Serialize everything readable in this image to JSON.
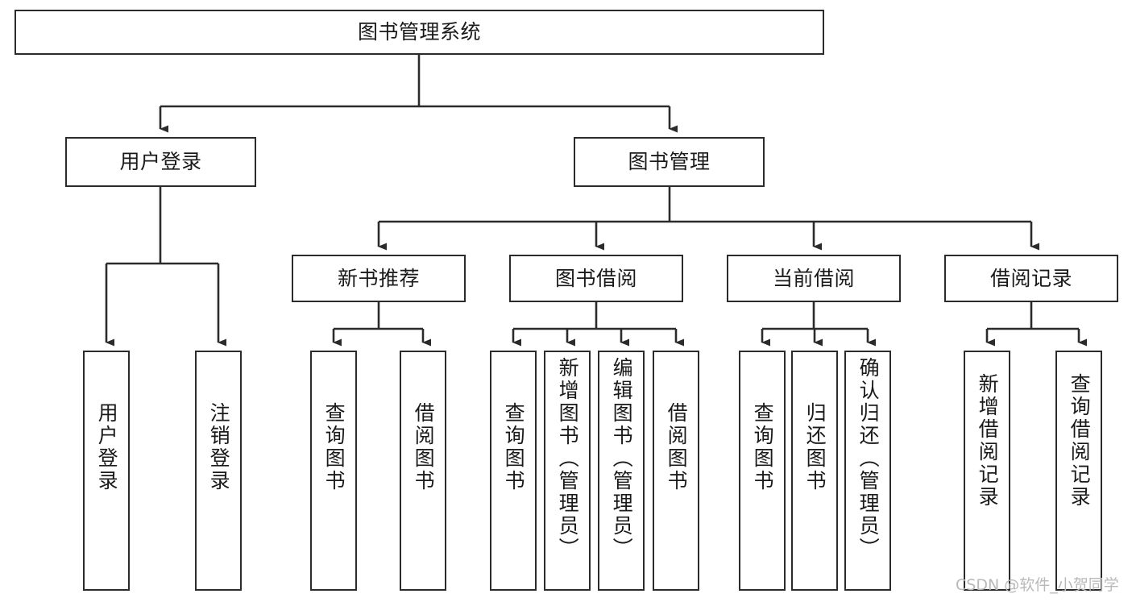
{
  "diagram": {
    "title": "图书管理系统",
    "type": "tree-hierarchy-diagram",
    "watermark": "CSDN @软件_小贺同学",
    "colors": {
      "box_border": "#2b2b2b",
      "box_fill": "#ffffff",
      "text": "#1a1a1a",
      "edge": "#2b2b2b",
      "watermark": "#b9b9b9",
      "background": "#ffffff"
    },
    "nodes": {
      "root": {
        "label": "图书管理系统"
      },
      "level2": [
        {
          "id": "user-login",
          "label": "用户登录"
        },
        {
          "id": "book-management",
          "label": "图书管理"
        }
      ],
      "level3": [
        {
          "id": "new-book-recommend",
          "label": "新书推荐"
        },
        {
          "id": "book-borrow",
          "label": "图书借阅"
        },
        {
          "id": "current-borrow",
          "label": "当前借阅"
        },
        {
          "id": "borrow-record",
          "label": "借阅记录"
        }
      ],
      "leaves": {
        "user-login": [
          {
            "id": "leaf-user-login",
            "label": "用户登录"
          },
          {
            "id": "leaf-logout-login",
            "label": "注销登录"
          }
        ],
        "new-book-recommend": [
          {
            "id": "leaf-query-book-1",
            "label": "查询图书"
          },
          {
            "id": "leaf-borrow-book-1",
            "label": "借阅图书"
          }
        ],
        "book-borrow": [
          {
            "id": "leaf-query-book-2",
            "label": "查询图书"
          },
          {
            "id": "leaf-add-book",
            "label": "新增图书（管理员）"
          },
          {
            "id": "leaf-edit-book",
            "label": "编辑图书（管理员）"
          },
          {
            "id": "leaf-borrow-book-2",
            "label": "借阅图书"
          }
        ],
        "current-borrow": [
          {
            "id": "leaf-query-book-3",
            "label": "查询图书"
          },
          {
            "id": "leaf-return-book",
            "label": "归还图书"
          },
          {
            "id": "leaf-confirm-return",
            "label": "确认归还（管理员）"
          }
        ],
        "borrow-record": [
          {
            "id": "leaf-add-record",
            "label": "新增借阅记录"
          },
          {
            "id": "leaf-query-record",
            "label": "查询借阅记录"
          }
        ]
      }
    }
  }
}
